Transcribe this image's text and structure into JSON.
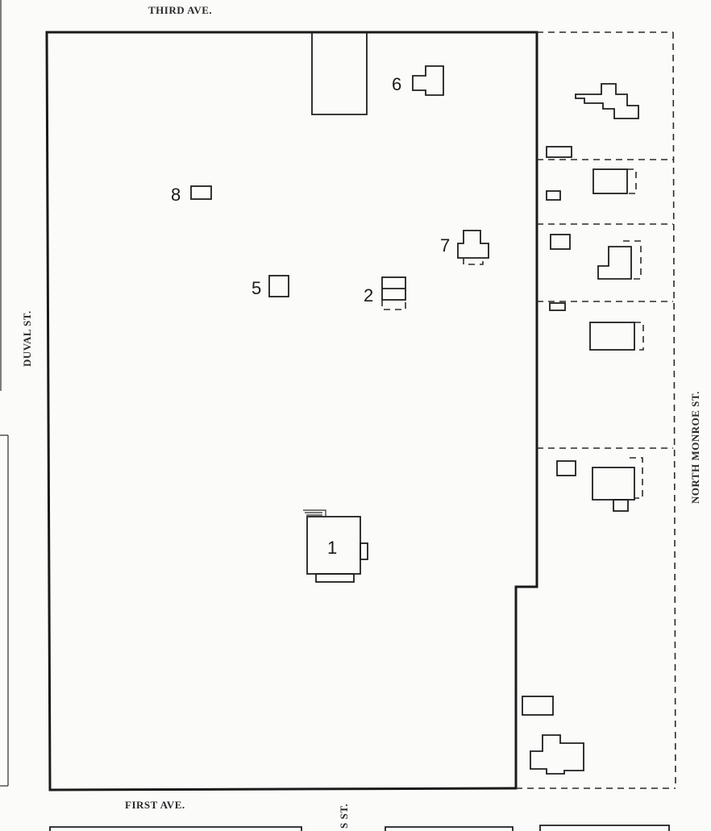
{
  "streets": {
    "third": "THIRD AVE.",
    "first": "FIRST AVE.",
    "duval": "DUVAL ST.",
    "monroe": "NORTH MONROE ST.",
    "bottom_partial": "S ST."
  },
  "labels": {
    "b1": "1",
    "b2": "2",
    "b5": "5",
    "b6": "6",
    "b7": "7",
    "b8": "8"
  }
}
